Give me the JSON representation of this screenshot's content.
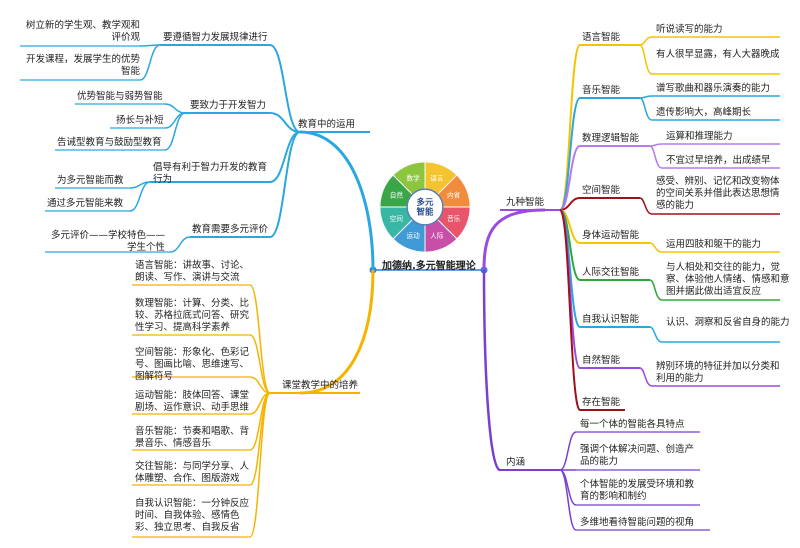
{
  "center": {
    "title": "加德纳.多元智能理论",
    "wheel": {
      "center_label": "多元智能",
      "segment_labels": [
        "语言",
        "内省",
        "音乐",
        "人际",
        "运动",
        "空间",
        "自然",
        "数学"
      ],
      "segment_colors": [
        "#f4c430",
        "#f08c3c",
        "#e8546a",
        "#c84fa8",
        "#3f9ad6",
        "#39b6a4",
        "#3aa648",
        "#8cc63f"
      ]
    }
  },
  "left": {
    "edu": {
      "label": "教育中的运用",
      "children": [
        {
          "label": "要遵循智力发展规律进行",
          "items": [
            "树立新的学生观、教学观和评价观",
            "开发课程，发展学生的优势智能"
          ]
        },
        {
          "label": "要致力于开发智力",
          "items": [
            "优势智能与弱势智能",
            "扬长与补短",
            "告诫型教育与鼓励型教育"
          ]
        },
        {
          "label": "倡导有利于智力开发的教育行为",
          "items": [
            "为多元智能而教",
            "通过多元智能来教"
          ]
        },
        {
          "label": "教育需要多元评价",
          "items": [
            "多元评价——学校特色——学生个性"
          ]
        }
      ]
    },
    "class": {
      "label": "课堂教学中的培养",
      "items": [
        "语言智能：讲故事、讨论、朗读、写作、演讲与交流",
        "数理智能：计算、分类、比较、苏格拉底式问答、研究性学习、提高科学素养",
        "空间智能：形象化、色彩记号、图画比喻、思维速写、图解符号",
        "运动智能：肢体回答、课堂剧场、运作意识、动手思维",
        "音乐智能：节奏和唱歌、背景音乐、情感音乐",
        "交往智能：与同学分享、人体雕塑、合作、图版游戏",
        "自我认识智能：一分钟反应时间、自我体验、感情色彩、独立思考、自我反省"
      ]
    }
  },
  "right": {
    "nine": {
      "label": "九种智能",
      "items": [
        {
          "label": "语言智能",
          "details": [
            "听说读写的能力",
            "有人很早显露，有人大器晚成"
          ]
        },
        {
          "label": "音乐智能",
          "details": [
            "谱写歌曲和器乐演奏的能力",
            "遗传影响大，高峰期长"
          ]
        },
        {
          "label": "数理逻辑智能",
          "details": [
            "运算和推理能力",
            "不宜过早培养，出成绩早"
          ]
        },
        {
          "label": "空间智能",
          "details": [
            "感受、辨别、记忆和改变物体的空间关系并借此表达思想情感的能力"
          ]
        },
        {
          "label": "身体运动智能",
          "details": [
            "运用四肢和躯干的能力"
          ]
        },
        {
          "label": "人际交往智能",
          "details": [
            "与人相处和交往的能力，觉察、体验他人情绪、情感和意图并据此做出适宜反应"
          ]
        },
        {
          "label": "自我认识智能",
          "details": [
            "认识、洞察和反省自身的能力"
          ]
        },
        {
          "label": "自然智能",
          "details": [
            "辨别环境的特征并加以分类和利用的能力"
          ]
        },
        {
          "label": "存在智能",
          "details": []
        }
      ]
    },
    "connotation": {
      "label": "内涵",
      "items": [
        "每一个体的智能各具特点",
        "强调个体解决问题、创造产品的能力",
        "个体智能的发展受环境和教育的影响和制约",
        "多维地看待智能问题的视角"
      ]
    }
  },
  "colors": {
    "edu_branch": "#2aa7e0",
    "class_branch": "#f5b400",
    "nine_branch": "#9a4be0",
    "connotation_branch": "#7a3fd0",
    "lang": "#f5c400",
    "music": "#2aa7e0",
    "math": "#b57bf0",
    "space": "#a0101a",
    "body": "#f5c400",
    "social": "#2ea83a",
    "self": "#2aa7e0",
    "nature": "#9a4be0",
    "exist": "#a0101a",
    "center_dot": "#2f7de1"
  }
}
